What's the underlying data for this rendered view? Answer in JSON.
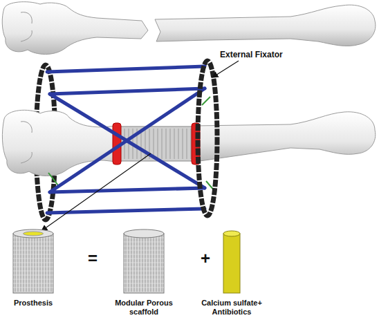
{
  "diagram": {
    "nodes": [
      {
        "text": [
          "Prosthesis"
        ]
      },
      {
        "text": [
          "Modular Porous scaffold"
        ]
      },
      {
        "text": [
          "Calcium sulfate+ Antibiotics"
        ]
      }
    ],
    "labels": [
      "External Fixator",
      "=",
      "+"
    ]
  }
}
